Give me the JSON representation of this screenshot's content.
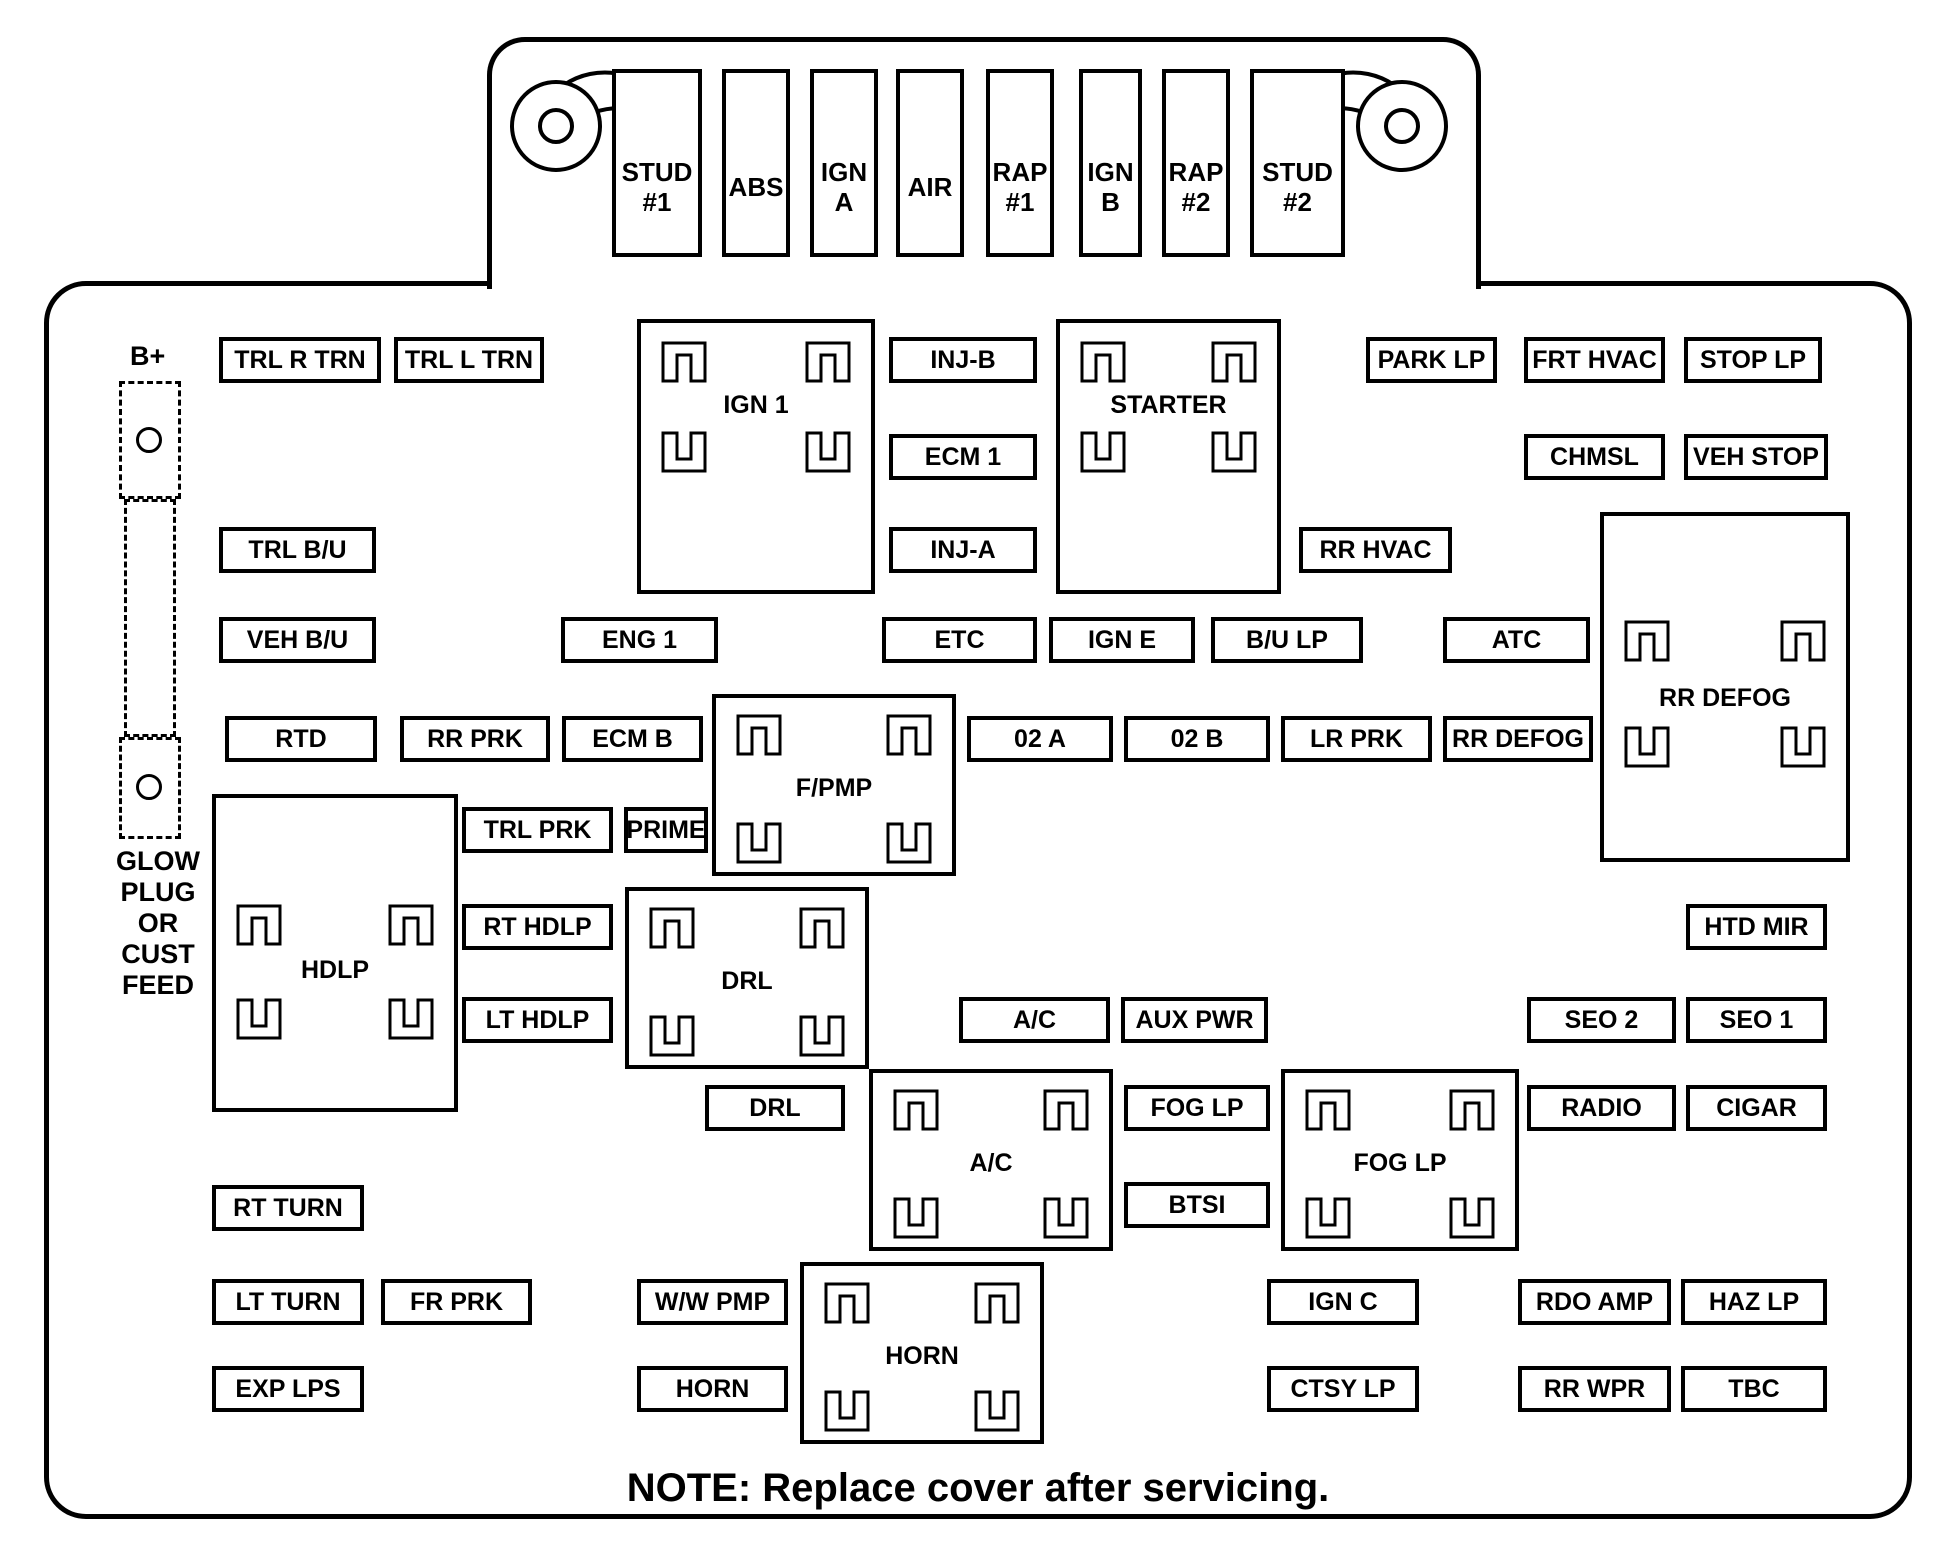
{
  "colors": {
    "line": "#000000",
    "background": "#ffffff"
  },
  "note": "NOTE: Replace cover after servicing.",
  "left_panel": {
    "b_plus_label": "B+",
    "glow_plug_label": "GLOW\nPLUG\nOR\nCUST\nFEED"
  },
  "top_fuses": [
    {
      "label": "STUD\n#1"
    },
    {
      "label": "ABS"
    },
    {
      "label": "IGN\nA"
    },
    {
      "label": "AIR"
    },
    {
      "label": "RAP\n#1"
    },
    {
      "label": "IGN\nB"
    },
    {
      "label": "RAP\n#2"
    },
    {
      "label": "STUD\n#2"
    }
  ],
  "relays": [
    {
      "label": "IGN 1"
    },
    {
      "label": "STARTER"
    },
    {
      "label": "RR DEFOG"
    },
    {
      "label": "F/PMP"
    },
    {
      "label": "HDLP"
    },
    {
      "label": "DRL"
    },
    {
      "label": "A/C"
    },
    {
      "label": "FOG LP"
    },
    {
      "label": "HORN"
    }
  ],
  "fuses": [
    {
      "label": "TRL R TRN"
    },
    {
      "label": "TRL L TRN"
    },
    {
      "label": "INJ-B"
    },
    {
      "label": "PARK LP"
    },
    {
      "label": "FRT HVAC"
    },
    {
      "label": "STOP LP"
    },
    {
      "label": "ECM 1"
    },
    {
      "label": "CHMSL"
    },
    {
      "label": "VEH STOP"
    },
    {
      "label": "TRL B/U"
    },
    {
      "label": "INJ-A"
    },
    {
      "label": "RR HVAC"
    },
    {
      "label": "VEH B/U"
    },
    {
      "label": "ENG 1"
    },
    {
      "label": "ETC"
    },
    {
      "label": "IGN E"
    },
    {
      "label": "B/U LP"
    },
    {
      "label": "ATC"
    },
    {
      "label": "RTD"
    },
    {
      "label": "RR PRK"
    },
    {
      "label": "ECM B"
    },
    {
      "label": "02 A"
    },
    {
      "label": "02 B"
    },
    {
      "label": "LR PRK"
    },
    {
      "label": "RR DEFOG"
    },
    {
      "label": "TRL PRK"
    },
    {
      "label": "PRIME"
    },
    {
      "label": "RT HDLP"
    },
    {
      "label": "HTD MIR"
    },
    {
      "label": "LT HDLP"
    },
    {
      "label": "A/C"
    },
    {
      "label": "AUX PWR"
    },
    {
      "label": "SEO 2"
    },
    {
      "label": "SEO 1"
    },
    {
      "label": "DRL"
    },
    {
      "label": "FOG LP"
    },
    {
      "label": "RADIO"
    },
    {
      "label": "CIGAR"
    },
    {
      "label": "BTSI"
    },
    {
      "label": "RT TURN"
    },
    {
      "label": "LT TURN"
    },
    {
      "label": "FR PRK"
    },
    {
      "label": "W/W PMP"
    },
    {
      "label": "IGN C"
    },
    {
      "label": "RDO AMP"
    },
    {
      "label": "HAZ LP"
    },
    {
      "label": "EXP LPS"
    },
    {
      "label": "HORN"
    },
    {
      "label": "CTSY LP"
    },
    {
      "label": "RR WPR"
    },
    {
      "label": "TBC"
    }
  ]
}
